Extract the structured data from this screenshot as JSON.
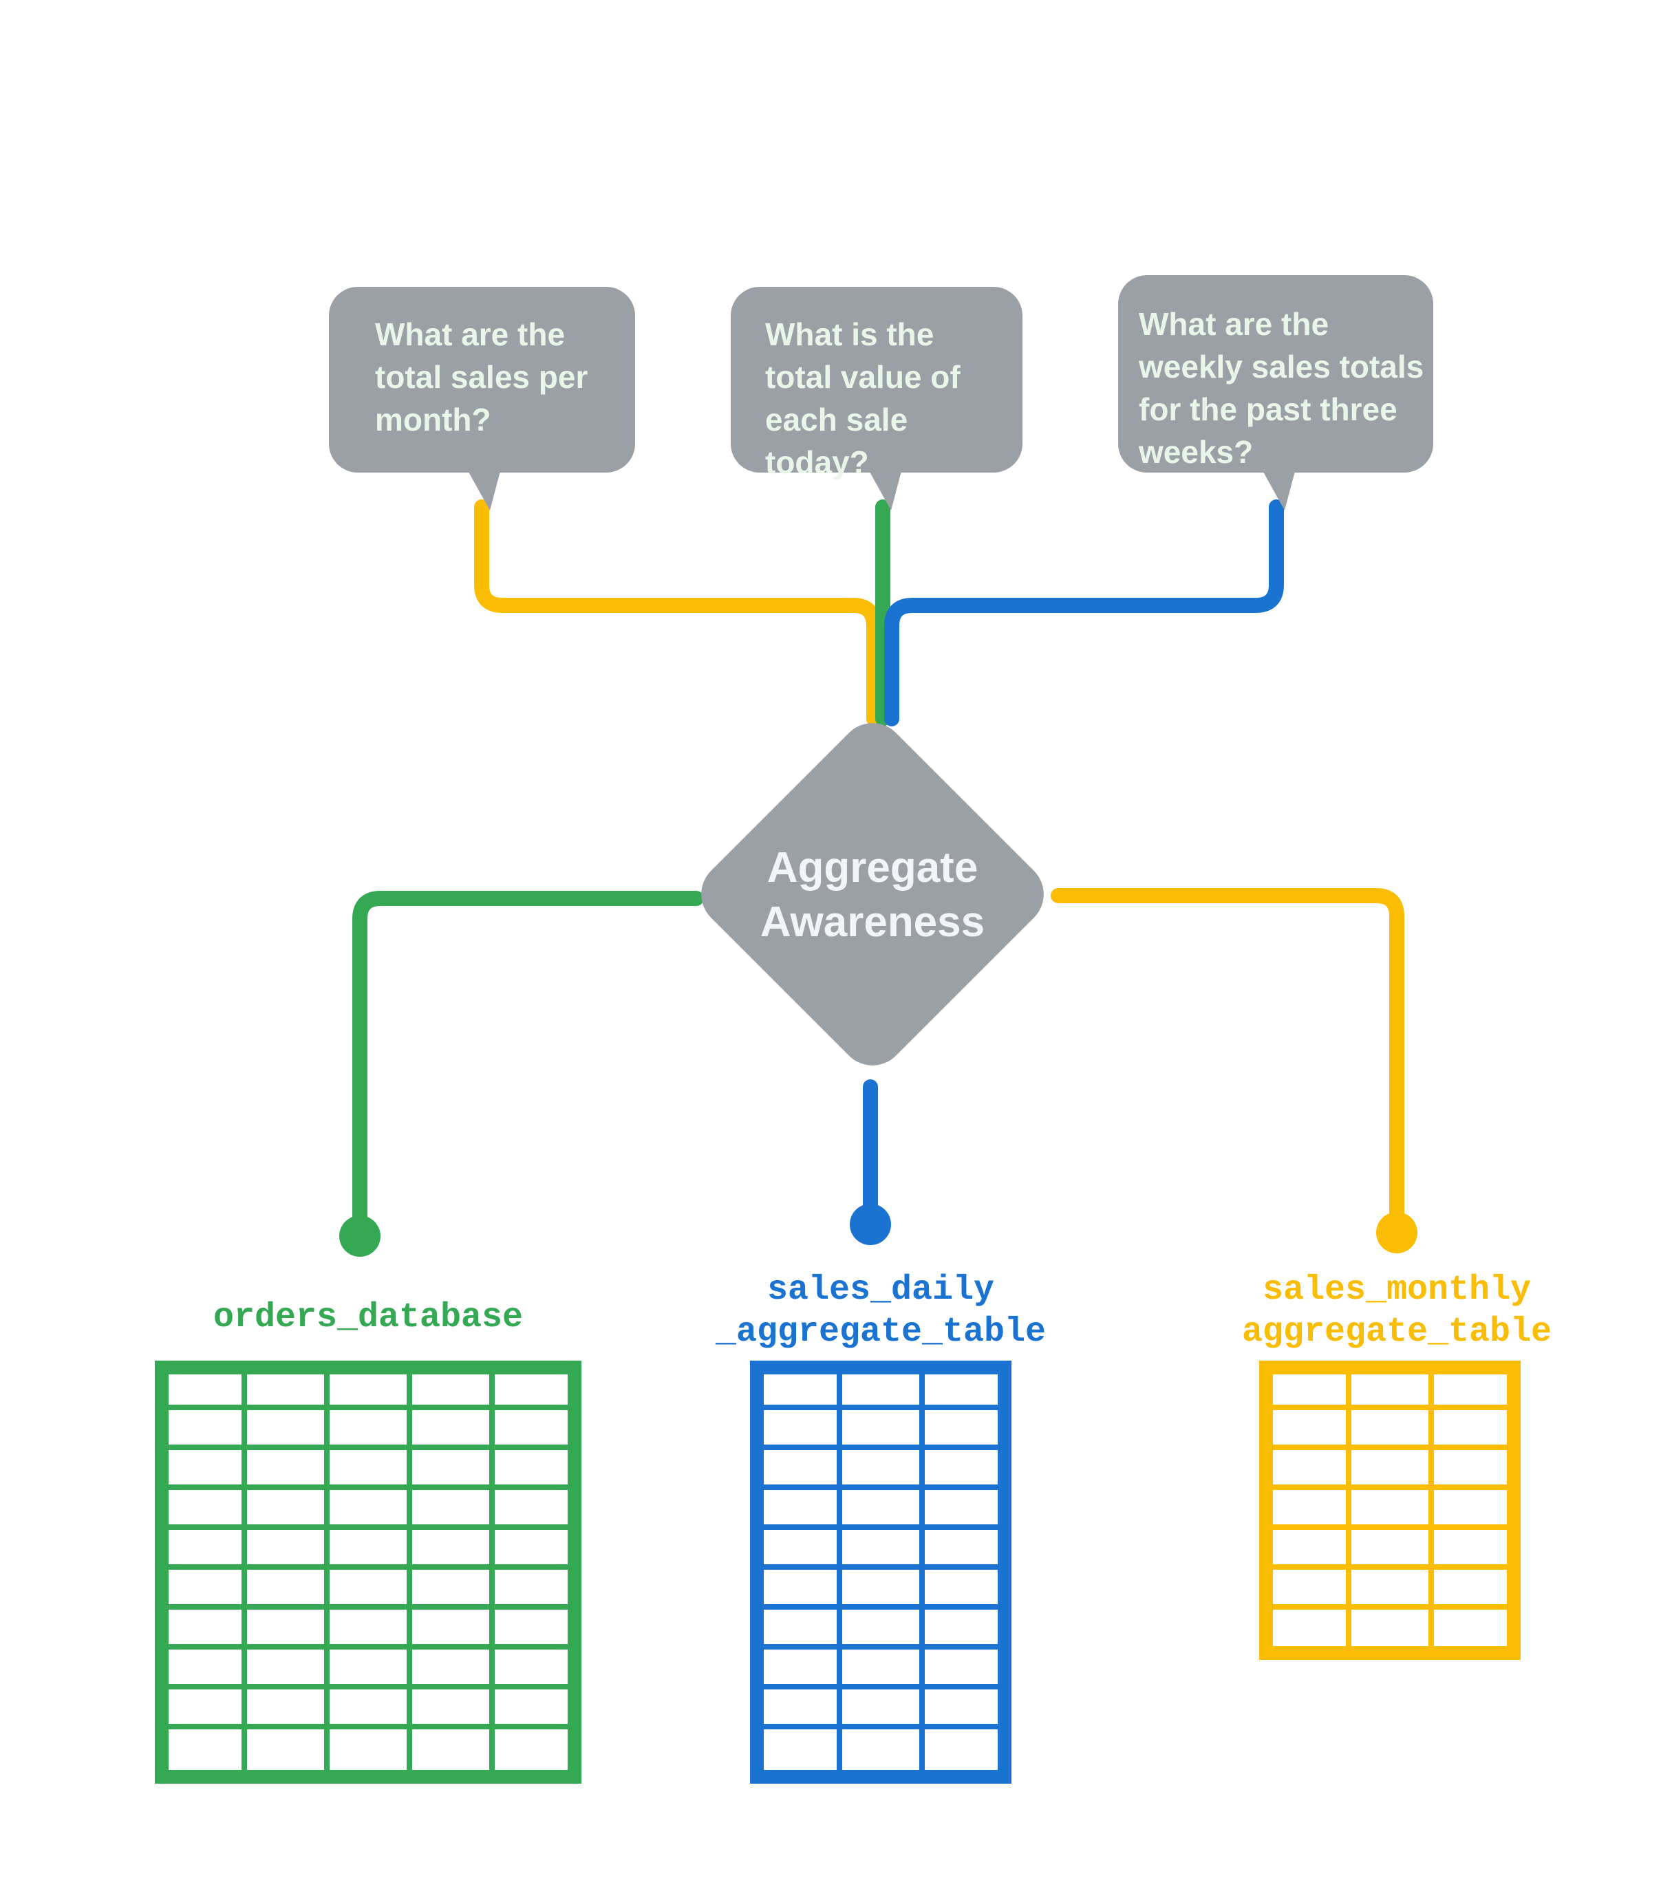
{
  "diagram": {
    "title": "Aggregate Awareness",
    "colors": {
      "bubble_fill": "#9AA0A6",
      "bubble_text": "#E8F5E9",
      "node_fill": "#9AA0A6",
      "node_text": "#F1F5F7",
      "green": "#34A853",
      "blue": "#1A73D1",
      "yellow": "#FBBC04",
      "background": "#FFFFFF"
    },
    "questions": [
      {
        "id": "q-monthly",
        "text": "What are the\ntotal sales per\nmonth?",
        "color": "#FBBC04"
      },
      {
        "id": "q-daily",
        "text": "What is the\ntotal value of\neach sale today?",
        "color": "#34A853"
      },
      {
        "id": "q-weekly",
        "text": "What are the\nweekly sales totals\nfor the past three\nweeks?",
        "color": "#1A73D1"
      }
    ],
    "node": {
      "label": "Aggregate\nAwareness",
      "shape": "diamond"
    },
    "tables": [
      {
        "id": "orders-database",
        "caption": "orders_database",
        "color": "#34A853",
        "columns": 5,
        "rows": 10
      },
      {
        "id": "sales-daily-aggregate-table",
        "caption": "sales_daily\n_aggregate_table",
        "color": "#1A73D1",
        "columns": 3,
        "rows": 10
      },
      {
        "id": "sales-monthly-aggregate-table",
        "caption": "sales_monthly\naggregate_table",
        "color": "#FBBC04",
        "columns": 3,
        "rows": 7
      }
    ]
  }
}
